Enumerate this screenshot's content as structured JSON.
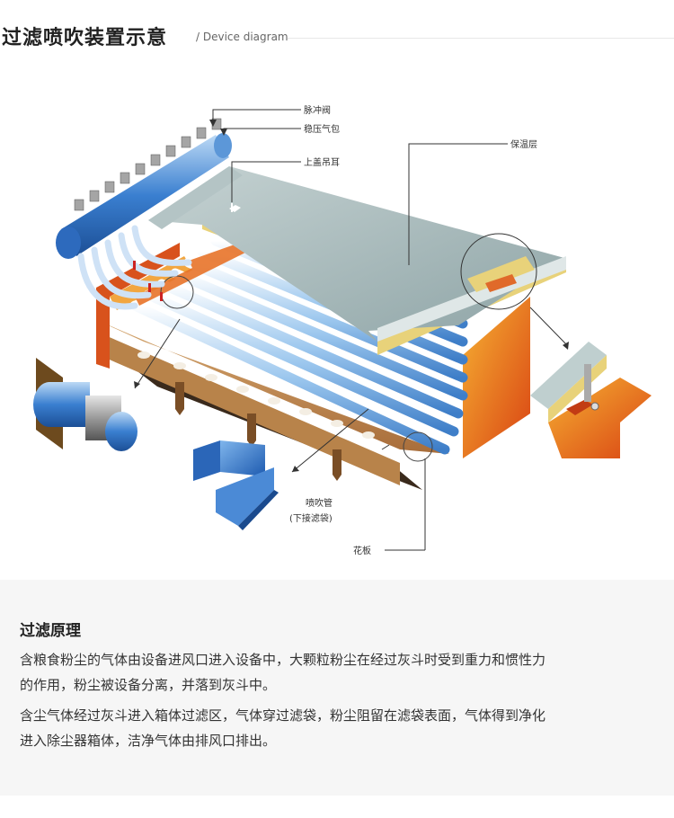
{
  "header": {
    "title": "过滤喷吹装置示意",
    "subtitle": "/ Device diagram"
  },
  "labels": {
    "pulse_valve": "脉冲阀",
    "pressure_tank": "稳压气包",
    "insulation": "保温层",
    "lid_lug": "上盖吊耳",
    "blow_pipe": "喷吹管",
    "blow_pipe_note": "(下接滤袋)",
    "tube_sheet": "花板"
  },
  "principle": {
    "title": "过滤原理",
    "lines": [
      "含粮食粉尘的气体由设备进风口进入设备中，大颗粒粉尘在经过灰斗时受到重力和惯性力",
      "的作用，粉尘被设备分离，并落到灰斗中。",
      "含尘气体经过灰斗进入箱体过滤区，气体穿过滤袋，粉尘阻留在滤袋表面，气体得到净化",
      "进入除尘器箱体，洁净气体由排风口排出。"
    ]
  },
  "colors": {
    "accent_orange": "#e8742a",
    "pipe_blue": "#3a7fd0",
    "lid_gray": "#9fb3b5",
    "insulation_yellow": "#e8d27a"
  }
}
